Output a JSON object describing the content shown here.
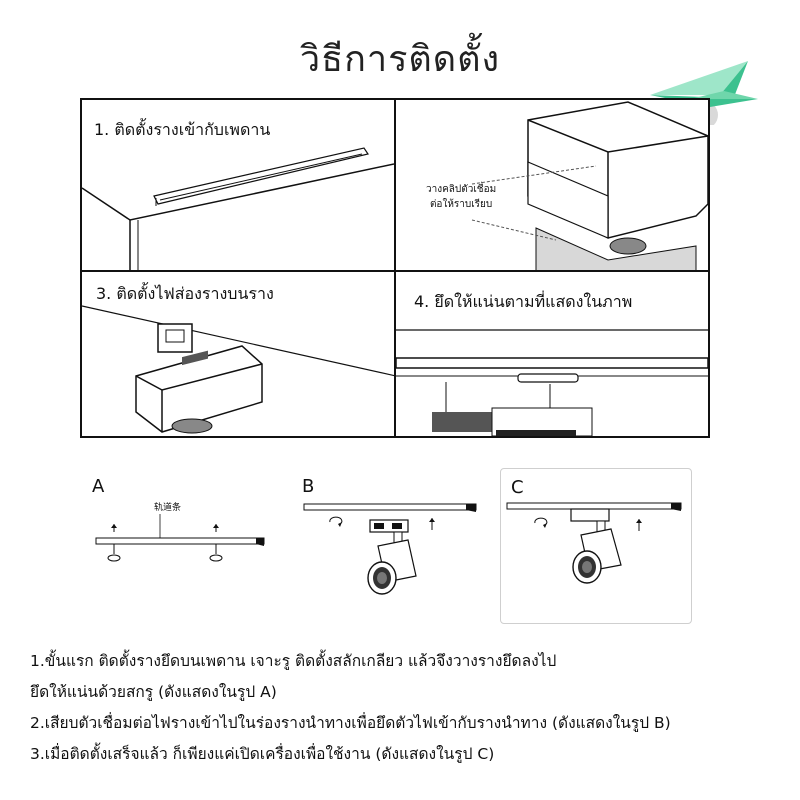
{
  "title": "วิธีการติดตั้ง",
  "icons": {
    "decoration": "paper-plane-icon"
  },
  "colors": {
    "plane_light": "#9ee6c9",
    "plane_dark": "#3cc18f",
    "dot": "#d9d9d9",
    "line": "#111111",
    "panel_border": "#cfcfcf"
  },
  "steps": [
    {
      "label": "1. ติดตั้งรางเข้ากับเพดาน"
    },
    {
      "note_line1": "วางคลิปตัวเชื่อม",
      "note_line2": "ต่อให้ราบเรียบ"
    },
    {
      "label": "3. ติดตั้งไฟส่องรางบนราง"
    },
    {
      "label": "4. ยึดให้แน่นตามที่แสดงในภาพ"
    }
  ],
  "diagrams": {
    "a": {
      "letter": "A",
      "rail_label": "轨道条"
    },
    "b": {
      "letter": "B"
    },
    "c": {
      "letter": "C"
    }
  },
  "instructions": [
    "1.ขั้นแรก ติดตั้งรางยึดบนเพดาน เจาะรู ติดตั้งสลักเกลียว แล้วจึงวางรางยึดลงไป",
    "ยึดให้แน่นด้วยสกรู (ดังแสดงในรูป A)",
    "2.เสียบตัวเชื่อมต่อไฟรางเข้าไปในร่องรางนำทางเพื่อยึดตัวไฟเข้ากับรางนำทาง (ดังแสดงในรูป B)",
    "3.เมื่อติดตั้งเสร็จแล้ว ก็เพียงแค่เปิดเครื่องเพื่อใช้งาน (ดังแสดงในรูป C)"
  ]
}
